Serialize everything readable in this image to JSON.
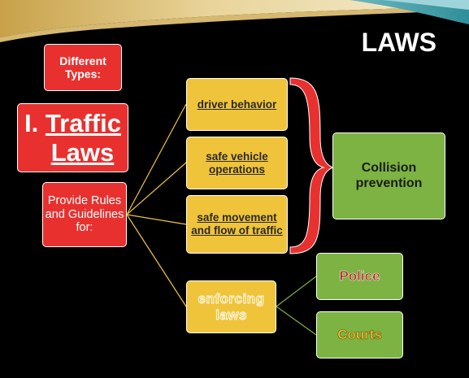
{
  "slide": {
    "title": "LAWS",
    "colors": {
      "background": "#000000",
      "banner_teal": "#2f8f9a",
      "red_box": "#e8312f",
      "gold_box": "#f0c43a",
      "green_box": "#7cb342",
      "connector": "#f0c43a",
      "brace": "#e8312f"
    }
  },
  "types_box": {
    "label": "Different Types:"
  },
  "traffic_box": {
    "numeral": "I.",
    "line1": "Traffic",
    "line2": "Laws"
  },
  "provide_box": {
    "label": "Provide Rules and Guidelines for:"
  },
  "rules": [
    {
      "label": "driver behavior"
    },
    {
      "label": "safe vehicle operations"
    },
    {
      "label": "safe movement and flow of traffic"
    }
  ],
  "enforce_box": {
    "label": "enforcing laws"
  },
  "outcome_box": {
    "label": "Collision prevention"
  },
  "enforcers": [
    {
      "label": "Police"
    },
    {
      "label": "Courts"
    }
  ]
}
